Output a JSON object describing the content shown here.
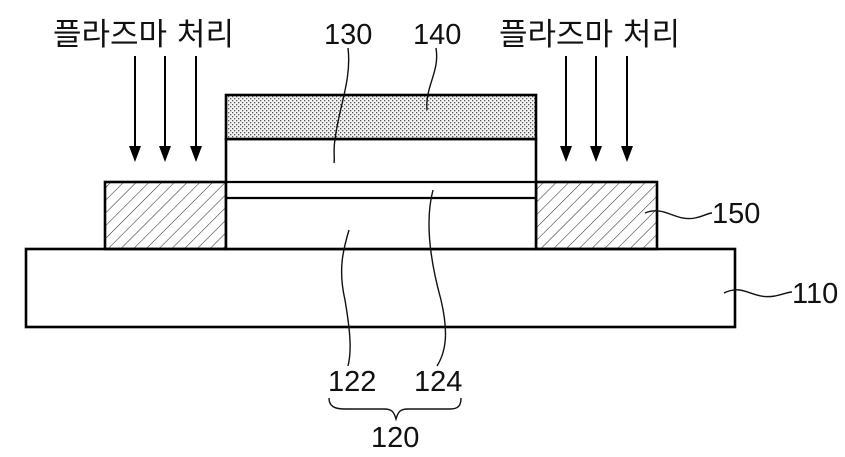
{
  "figure": {
    "type": "cross-section schematic",
    "process_label_left": "플라즈마 처리",
    "process_label_right": "플라즈마 처리",
    "arrows": {
      "left_count": 3,
      "right_count": 3,
      "direction": "down",
      "meaning": "plasma treatment"
    },
    "layers": [
      {
        "ref": "110",
        "name": "substrate",
        "fill": "none"
      },
      {
        "ref": "150",
        "name": "side-block-left",
        "fill": "diagonal-hatch"
      },
      {
        "ref": "150",
        "name": "side-block-right",
        "fill": "diagonal-hatch"
      },
      {
        "ref": "122",
        "name": "lower-sublayer",
        "fill": "none"
      },
      {
        "ref": "124",
        "name": "upper-sublayer",
        "fill": "none"
      },
      {
        "ref": "130",
        "name": "middle-layer",
        "fill": "none"
      },
      {
        "ref": "140",
        "name": "top-layer",
        "fill": "dot-pattern"
      }
    ],
    "labels": {
      "l110": "110",
      "l120": "120",
      "l122": "122",
      "l124": "124",
      "l130": "130",
      "l140": "140",
      "l150": "150"
    },
    "group": {
      "ref": "120",
      "members": [
        "122",
        "124"
      ],
      "marker": "curly-brace"
    }
  },
  "colors": {
    "line": "#000000",
    "background": "#ffffff",
    "hatch": "#333333",
    "dots": "#555555"
  }
}
